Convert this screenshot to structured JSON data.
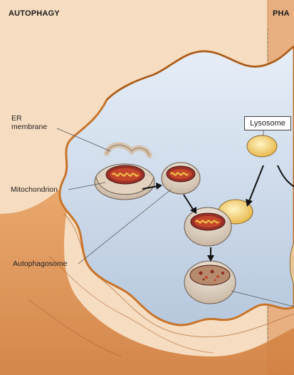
{
  "headers": {
    "left": "AUTOPHAGY",
    "right": "PHA"
  },
  "labels": {
    "er_line1": "ER",
    "er_line2": "membrane",
    "mitochondrion": "Mitochondrion",
    "autophagosome": "Autophagosome",
    "lysosome": "Lysosome"
  }
}
